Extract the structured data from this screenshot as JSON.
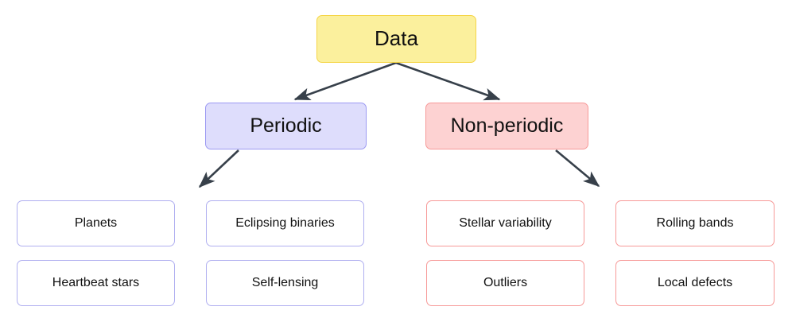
{
  "diagram": {
    "title_node": {
      "label": "Data",
      "fill": "#FBF09D",
      "border": "#F5D547"
    },
    "branches": [
      {
        "id": "periodic",
        "label": "Periodic",
        "fill": "#DEDDFC",
        "border": "#9C9AF2",
        "children": [
          {
            "label": "Planets"
          },
          {
            "label": "Eclipsing binaries"
          },
          {
            "label": "Heartbeat stars"
          },
          {
            "label": "Self-lensing"
          }
        ]
      },
      {
        "id": "non-periodic",
        "label": "Non-periodic",
        "fill": "#FDD2D2",
        "border": "#F79A99",
        "children": [
          {
            "label": "Stellar variability"
          },
          {
            "label": "Rolling bands"
          },
          {
            "label": "Outliers"
          },
          {
            "label": "Local defects"
          }
        ]
      }
    ],
    "leaf_style": {
      "fill": "#FFFFFF",
      "periodic_border": "#B0AFF0",
      "non_periodic_border": "#F79A99"
    },
    "edge_color": "#37404A"
  }
}
